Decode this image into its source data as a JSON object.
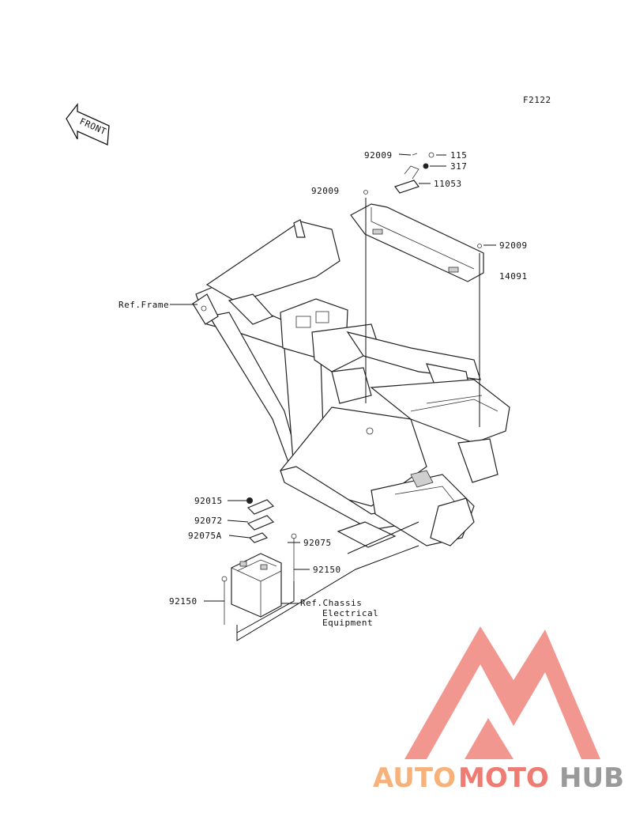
{
  "figure_code": "F2122",
  "front_label": "FRONT",
  "callouts": {
    "p92009_a": "92009",
    "p115": "115",
    "p317": "317",
    "p11053": "11053",
    "p92009_b": "92009",
    "p92009_c": "92009",
    "p14091": "14091",
    "ref_frame": "Ref.Frame",
    "p92015": "92015",
    "p92072": "92072",
    "p92075A": "92075A",
    "p92075": "92075",
    "p92150_a": "92150",
    "p92150_b": "92150",
    "ref_chassis_1": "Ref.Chassis",
    "ref_chassis_2": "Electrical",
    "ref_chassis_3": "Equipment"
  },
  "watermark": {
    "part1": "AUTO",
    "part2": "MOTO",
    "part3": "HUB",
    "colors": {
      "logo": "#f08c84",
      "auto": "#f6b27a",
      "moto": "#ee7c72",
      "hub": "#9a9a9a"
    }
  }
}
